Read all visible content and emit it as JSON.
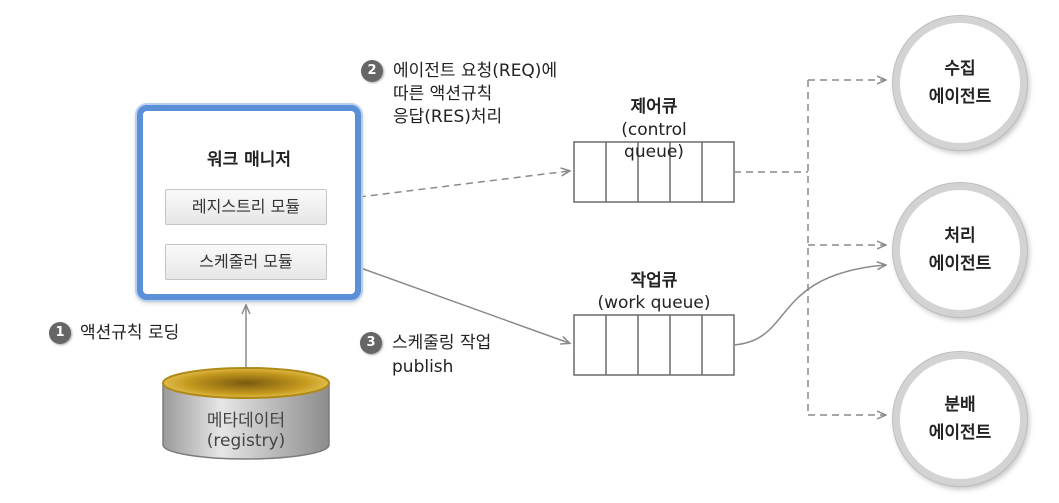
{
  "work_manager": {
    "title": "워크 매니저",
    "registry_module": "레지스트리 모듈",
    "scheduler_module": "스케줄러 모듈"
  },
  "metadata_db": {
    "line1": "메타데이터",
    "line2": "(registry)"
  },
  "steps": [
    {
      "number": "1",
      "lines": [
        "액션규칙 로딩"
      ]
    },
    {
      "number": "2",
      "lines": [
        "에이전트 요청(REQ)에",
        "따른 액션규칙",
        "응답(RES)처리"
      ]
    },
    {
      "number": "3",
      "lines": [
        "스케줄링 작업",
        "publish"
      ]
    }
  ],
  "control_queue": {
    "title": "제어큐",
    "subtitle_line1": "(control",
    "subtitle_line2": "queue)"
  },
  "work_queue": {
    "title": "작업큐",
    "subtitle": "(work queue)"
  },
  "agents": [
    {
      "line1": "수집",
      "line2": "에이전트"
    },
    {
      "line1": "처리",
      "line2": "에이전트"
    },
    {
      "line1": "분배",
      "line2": "에이전트"
    }
  ],
  "colors": {
    "frame_blue": "#5b8fd6",
    "db_gold": "#d4a824",
    "badge_gray": "#666666",
    "line_gray": "#8a8a8a"
  }
}
